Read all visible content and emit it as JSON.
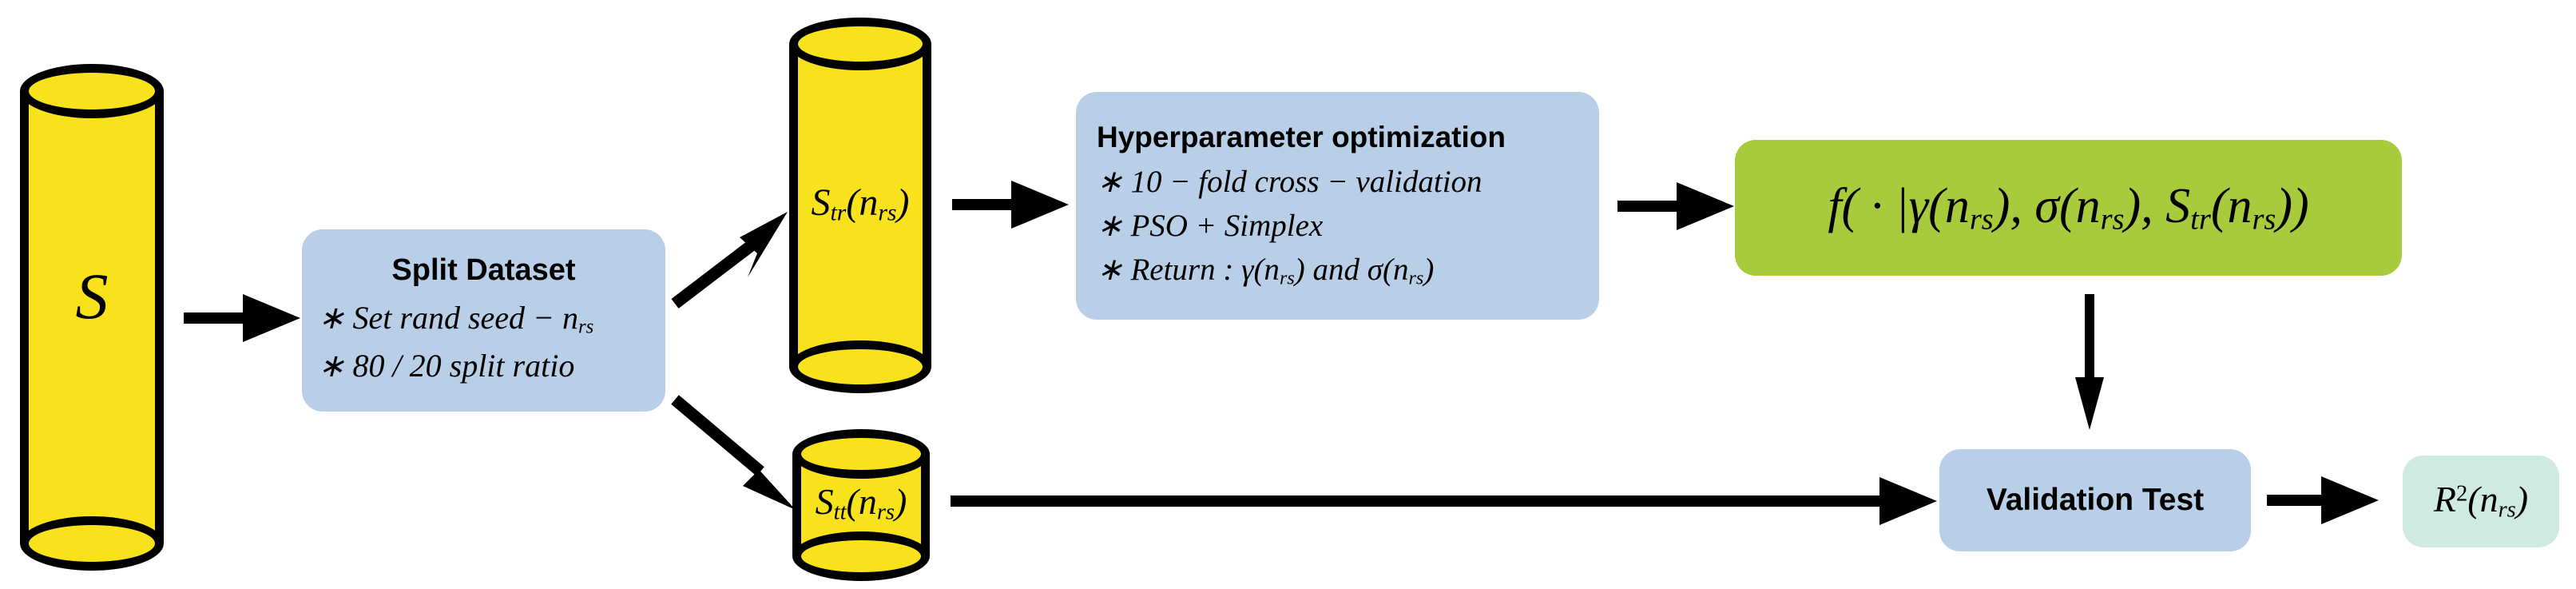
{
  "diagram": {
    "title": "Machine-learning workflow with random-seed resampling",
    "colors": {
      "cylinder_fill": "#f7e21b",
      "cylinder_stroke": "#000000",
      "process_box": "#b9cfe7",
      "model_box": "#a8ca3d",
      "result_box": "#cfeade",
      "arrow": "#000000",
      "background": "#ffffff"
    }
  },
  "nodes": {
    "dataset_full": {
      "type": "cylinder",
      "label": "S",
      "label_plain": "S"
    },
    "split_box": {
      "type": "process",
      "title": "Split Dataset",
      "lines": [
        "∗ Set rand seed − n",
        "∗ 80 / 20 split ratio"
      ],
      "line1_text": "Set rand seed  −",
      "line1_symbol": "n",
      "line1_sub": "rs",
      "line2_text": "80 / 20 split ratio",
      "bullet": "∗"
    },
    "train_cylinder": {
      "type": "cylinder",
      "symbol": "S",
      "sub": "tr",
      "arg": "(n",
      "arg_sub": "rs",
      "arg_close": ")",
      "label_plain": "S_tr(n_rs)"
    },
    "test_cylinder": {
      "type": "cylinder",
      "symbol": "S",
      "sub": "tt",
      "arg": "(n",
      "arg_sub": "rs",
      "arg_close": ")",
      "label_plain": "S_tt(n_rs)"
    },
    "hyperparam_box": {
      "type": "process",
      "title": "Hyperparameter optimization",
      "bullet": "∗",
      "items": [
        {
          "text": "10 − fold cross − validation",
          "plain": "* 10 - fold cross - validation"
        },
        {
          "text": "PSO  +  Simplex",
          "plain": "* PSO + Simplex"
        },
        {
          "text": "Return :  γ(n",
          "sub1": "rs",
          "mid": ") and σ(n",
          "sub2": "rs",
          "end": ")",
          "plain": "* Return : γ(n_rs) and σ(n_rs)"
        }
      ]
    },
    "model_box": {
      "type": "model",
      "formula_plain": "f( · |γ(n_rs), σ(n_rs), S_tr(n_rs))",
      "f": "f",
      "open": "( · |",
      "gamma": "γ(n",
      "gamma_sub": "rs",
      "sep1": "), σ(n",
      "sigma_sub": "rs",
      "sep2": "), S",
      "s_sub": "tr",
      "arg": "(n",
      "arg_sub": "rs",
      "close": "))"
    },
    "validation_box": {
      "type": "process",
      "title": "Validation Test"
    },
    "result_box": {
      "type": "result",
      "symbol": "R",
      "sup": "2",
      "arg": "(n",
      "arg_sub": "rs",
      "arg_close": ")",
      "label_plain": "R²(n_rs)"
    }
  },
  "edges": [
    {
      "id": "e1",
      "from": "dataset_full",
      "to": "split_box",
      "style": "straight-right"
    },
    {
      "id": "e2",
      "from": "split_box",
      "to": "train_cylinder",
      "style": "diagonal-up-right"
    },
    {
      "id": "e3",
      "from": "split_box",
      "to": "test_cylinder",
      "style": "diagonal-down-right"
    },
    {
      "id": "e4",
      "from": "train_cylinder",
      "to": "hyperparam_box",
      "style": "straight-right"
    },
    {
      "id": "e5",
      "from": "hyperparam_box",
      "to": "model_box",
      "style": "straight-right"
    },
    {
      "id": "e6",
      "from": "model_box",
      "to": "validation_box",
      "style": "straight-down"
    },
    {
      "id": "e7",
      "from": "test_cylinder",
      "to": "validation_box",
      "style": "straight-right-long"
    },
    {
      "id": "e8",
      "from": "validation_box",
      "to": "result_box",
      "style": "straight-right"
    }
  ]
}
